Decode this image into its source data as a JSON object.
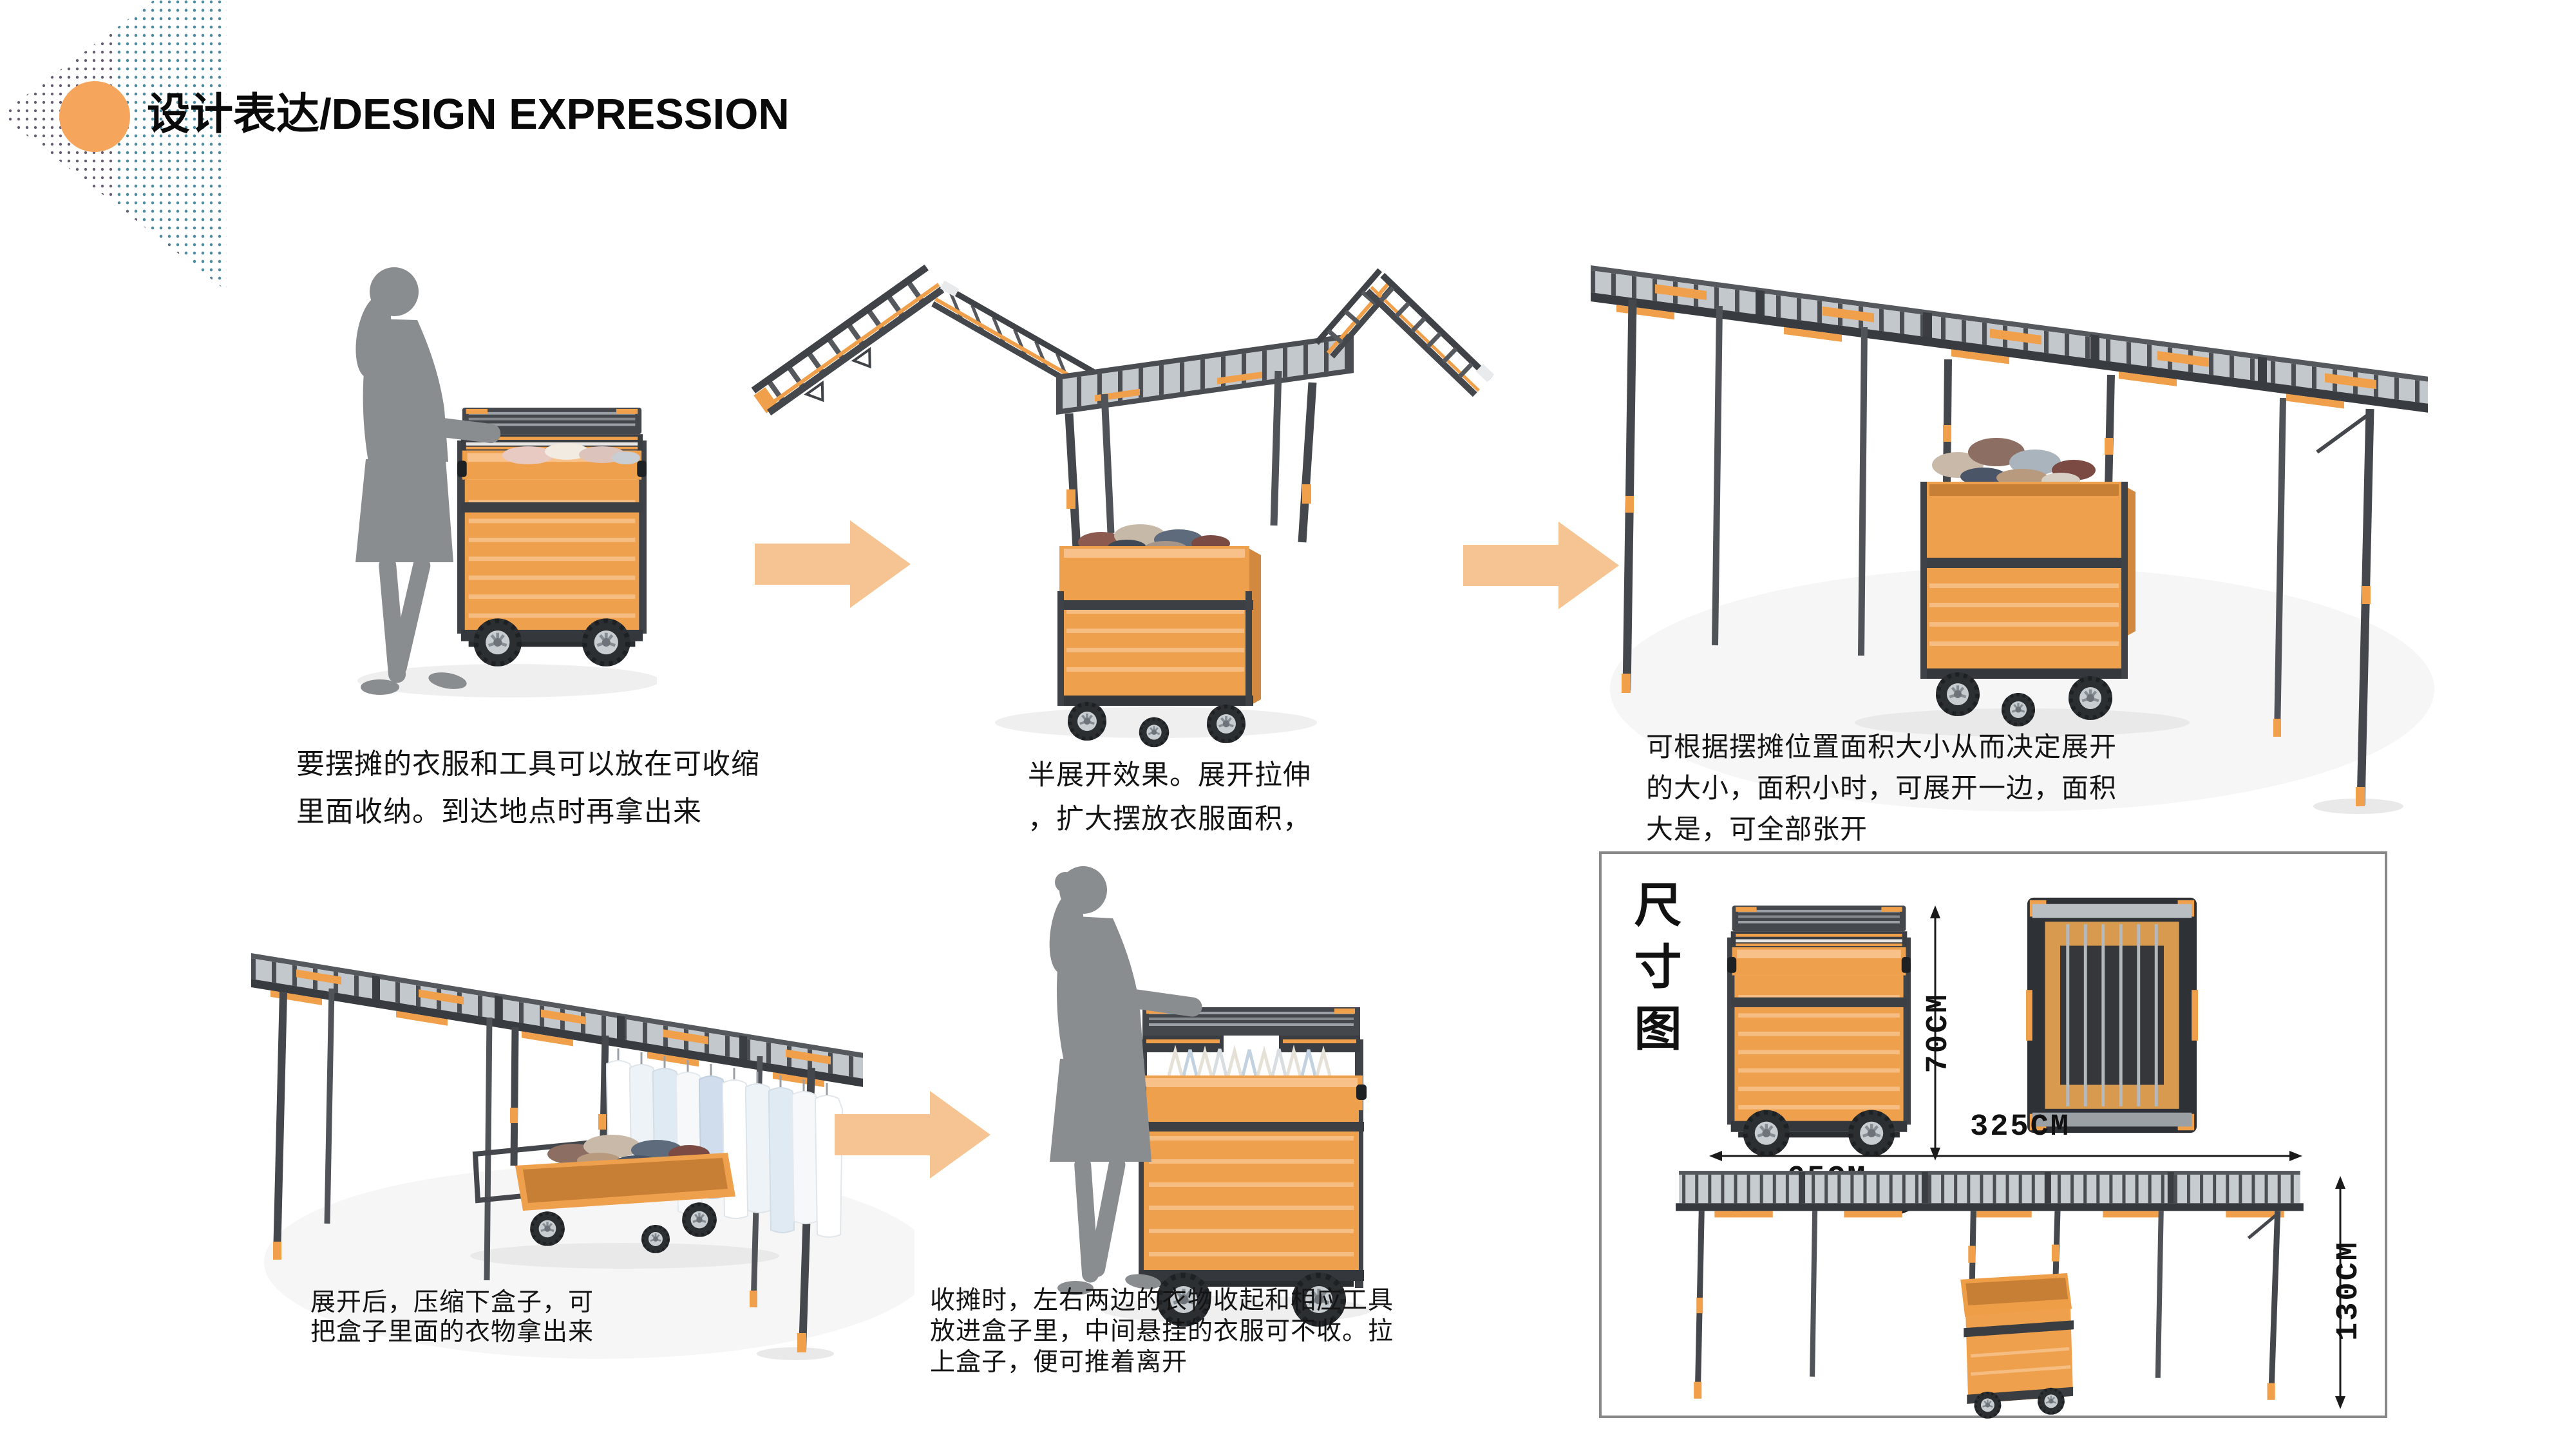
{
  "page": {
    "background": "#ffffff",
    "kind": "design-presentation-slide"
  },
  "header": {
    "title": "设计表达/DESIGN EXPRESSION",
    "bullet_color": "#F6A55C"
  },
  "steps": [
    {
      "name": "collapsed-cart",
      "caption_lines": [
        "要摆摊的衣服和工具可以放在可收缩",
        "里面收纳。到达地点时再拿出来"
      ]
    },
    {
      "name": "half-expanded",
      "caption_lines": [
        "半展开效果。展开拉伸",
        "，扩大摆放衣服面积，"
      ]
    },
    {
      "name": "fully-expanded",
      "caption_lines": [
        "可根据摆摊位置面积大小从而决定展开",
        "的大小，面积小时，可展开一边，面积",
        "大是，可全部张开"
      ]
    },
    {
      "name": "expanded-display",
      "caption_lines": [
        "展开后，压缩下盒子，可",
        "把盒子里面的衣物拿出来"
      ]
    },
    {
      "name": "packing-up",
      "caption_lines": [
        "收摊时，左右两边的衣物收起和相应工具",
        "放进盒子里，中间悬挂的衣服可不收。拉",
        "上盒子，便可推着离开"
      ]
    }
  ],
  "size_diagram": {
    "title": "尺寸图",
    "cart_height": "70CM",
    "cart_width": "65CM",
    "stall_length": "325CM",
    "stall_height": "130CM"
  },
  "colors": {
    "accent_orange": "#F0A04B",
    "arrow_orange": "#F6C493",
    "frame_dark": "#3F4347",
    "silver": "#C3C8CC",
    "silhouette_gray": "#8A8D90",
    "text": "#111111",
    "diagram_border": "#888888"
  }
}
